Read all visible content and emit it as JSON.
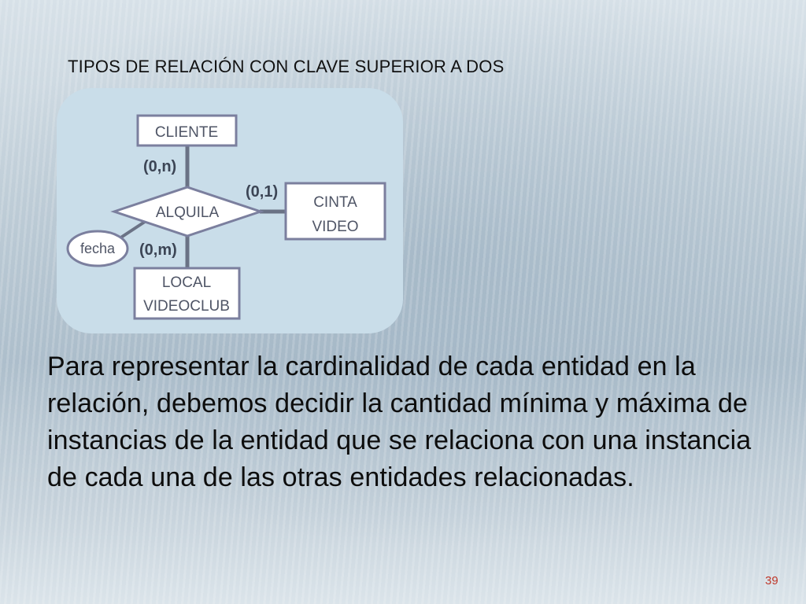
{
  "slide": {
    "title": "TIPOS DE RELACIÓN CON CLAVE SUPERIOR A DOS",
    "body": "Para representar la cardinalidad de cada entidad en la relación, debemos decidir la cantidad mínima y máxima de instancias de la entidad que se relaciona con una instancia de cada una de las otras entidades relacionadas.",
    "page_number": "39"
  },
  "diagram": {
    "entities": {
      "cliente": {
        "lines": [
          "CLIENTE"
        ]
      },
      "cinta_video": {
        "lines": [
          "CINTA",
          "VIDEO"
        ]
      },
      "local_videoclub": {
        "lines": [
          "LOCAL",
          "VIDEOCLUB"
        ]
      }
    },
    "relationship": {
      "label": "ALQUILA"
    },
    "attribute": {
      "label": "fecha"
    },
    "cardinalities": {
      "cliente": "(0,n)",
      "cinta_video": "(0,1)",
      "local_videoclub": "(0,m)"
    }
  },
  "colors": {
    "shape_border": "#7b7f9e",
    "connector": "#6a7285",
    "entity_text": "#4f5566",
    "cardinality_text": "#3c4555",
    "panel_fill": "#c9dde9",
    "page_number": "#c0392b"
  }
}
